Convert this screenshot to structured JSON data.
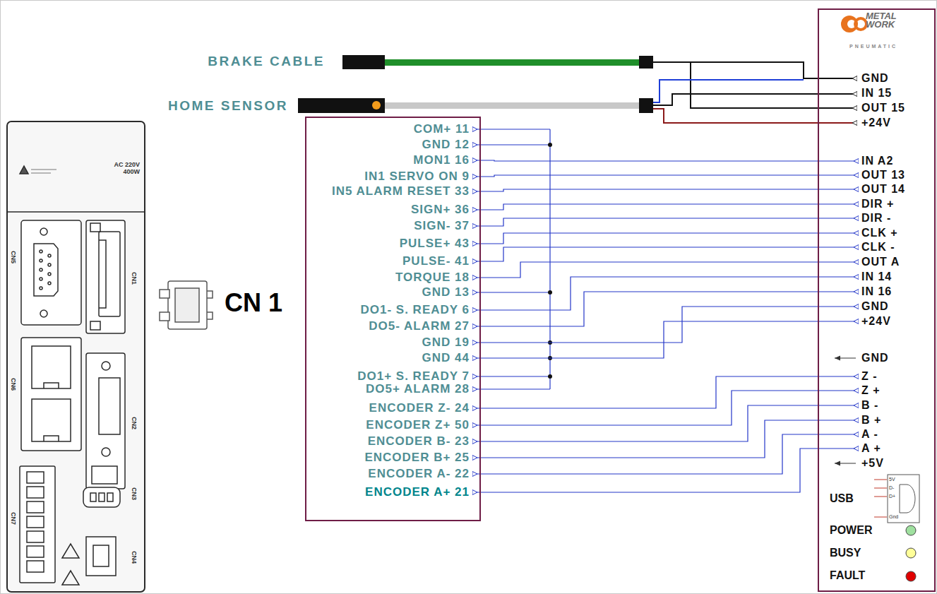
{
  "diagram": {
    "nodes": [
      {
        "text": [
          "AC 220V 400W",
          "CN5",
          "CN1",
          "CN6",
          "CN2",
          "CN7",
          "CN3",
          "CN4"
        ]
      },
      {
        "text": []
      },
      {
        "text": [
          "COM+ 11"
        ],
        "in": 1
      },
      {
        "text": [
          "GND 12"
        ],
        "in": 1
      },
      {
        "text": [
          "MON1 16"
        ],
        "in": 1
      },
      {
        "text": [
          "IN1 SERVO ON 9"
        ],
        "in": 1
      },
      {
        "text": [
          "IN5 ALARM RESET 33"
        ],
        "in": 1
      },
      {
        "text": [
          "SIGN+ 36"
        ],
        "in": 1
      },
      {
        "text": [
          "SIGN- 37"
        ],
        "in": 1
      },
      {
        "text": [
          "PULSE+ 43"
        ],
        "in": 1
      },
      {
        "text": [
          "PULSE- 41"
        ],
        "in": 1
      },
      {
        "text": [
          "TORQUE 18"
        ],
        "in": 1
      },
      {
        "text": [
          "GND 13"
        ],
        "in": 1
      },
      {
        "text": [
          "DO1- S. READY 6"
        ],
        "in": 1
      },
      {
        "text": [
          "DO5- ALARM 27"
        ],
        "in": 1
      },
      {
        "text": [
          "GND 19"
        ],
        "in": 1
      },
      {
        "text": [
          "GND 44"
        ],
        "in": 1
      },
      {
        "text": [
          "DO1+ S. READY 7"
        ],
        "in": 1
      },
      {
        "text": [
          "DO5+ ALARM 28"
        ],
        "in": 1
      },
      {
        "text": [
          "ENCODER Z- 24"
        ],
        "in": 1
      },
      {
        "text": [
          "ENCODER Z+ 50"
        ],
        "in": 1
      },
      {
        "text": [
          "ENCODER B- 23"
        ],
        "in": 1
      },
      {
        "text": [
          "ENCODER B+ 25"
        ],
        "in": 1
      },
      {
        "text": [
          "ENCODER A- 22"
        ],
        "in": 1
      },
      {
        "text": [
          "ENCODER A+ 21"
        ],
        "in": 1
      },
      {
        "text": []
      },
      {
        "text": [
          "GND"
        ],
        "in": 25
      },
      {
        "text": [
          "IN 15"
        ],
        "in": 25
      },
      {
        "text": [
          "OUT 15"
        ],
        "in": 25
      },
      {
        "text": [
          "+24V"
        ],
        "in": 25
      },
      {
        "text": [
          "IN A2"
        ],
        "in": 25
      },
      {
        "text": [
          "OUT 13"
        ],
        "in": 25
      },
      {
        "text": [
          "OUT 14"
        ],
        "in": 25
      },
      {
        "text": [
          "DIR +"
        ],
        "in": 25
      },
      {
        "text": [
          "DIR -"
        ],
        "in": 25
      },
      {
        "text": [
          "CLK +"
        ],
        "in": 25
      },
      {
        "text": [
          "CLK -"
        ],
        "in": 25
      },
      {
        "text": [
          "OUT A"
        ],
        "in": 25
      },
      {
        "text": [
          "IN 14"
        ],
        "in": 25
      },
      {
        "text": [
          "IN 16"
        ],
        "in": 25
      },
      {
        "text": [
          "GND"
        ],
        "in": 25
      },
      {
        "text": [
          "+24V"
        ],
        "in": 25
      },
      {
        "text": [
          "GND"
        ],
        "in": 25
      },
      {
        "text": [
          "Z -"
        ],
        "in": 25
      },
      {
        "text": [
          "Z +"
        ],
        "in": 25
      },
      {
        "text": [
          "B -"
        ],
        "in": 25
      },
      {
        "text": [
          "B +"
        ],
        "in": 25
      },
      {
        "text": [
          "A -"
        ],
        "in": 25
      },
      {
        "text": [
          "A +"
        ],
        "in": 25
      },
      {
        "text": [
          "+5V"
        ],
        "in": 25
      }
    ],
    "edges": [
      {
        "from": 4,
        "to": 30,
        "arrow": "both"
      },
      {
        "from": 5,
        "to": 31,
        "arrow": "both"
      },
      {
        "from": 6,
        "to": 32,
        "arrow": "both"
      },
      {
        "from": 7,
        "to": 33,
        "arrow": "both"
      },
      {
        "from": 8,
        "to": 34,
        "arrow": "both"
      },
      {
        "from": 9,
        "to": 35,
        "arrow": "both"
      },
      {
        "from": 10,
        "to": 36,
        "arrow": "both"
      },
      {
        "from": 11,
        "to": 37,
        "arrow": "both"
      },
      {
        "from": 13,
        "to": 38,
        "arrow": "both"
      },
      {
        "from": 14,
        "to": 39,
        "arrow": "both"
      },
      {
        "from": 15,
        "to": 40,
        "arrow": "both"
      },
      {
        "from": 16,
        "to": 41,
        "arrow": "both"
      },
      {
        "from": 19,
        "to": 43,
        "arrow": "both"
      },
      {
        "from": 20,
        "to": 44,
        "arrow": "both"
      },
      {
        "from": 21,
        "to": 45,
        "arrow": "both"
      },
      {
        "from": 22,
        "to": 46,
        "arrow": "both"
      },
      {
        "from": 23,
        "to": 47,
        "arrow": "both"
      },
      {
        "from": 24,
        "to": 48,
        "arrow": "both"
      }
    ],
    "labels": [
      "BRAKE CABLE",
      "HOME SENSOR",
      "CN 1",
      "METAL WORK",
      "PNEUMATIC",
      "USB",
      "5V",
      "D-",
      "D+",
      "Gnd",
      "POWER",
      "BUSY",
      "FAULT"
    ]
  }
}
